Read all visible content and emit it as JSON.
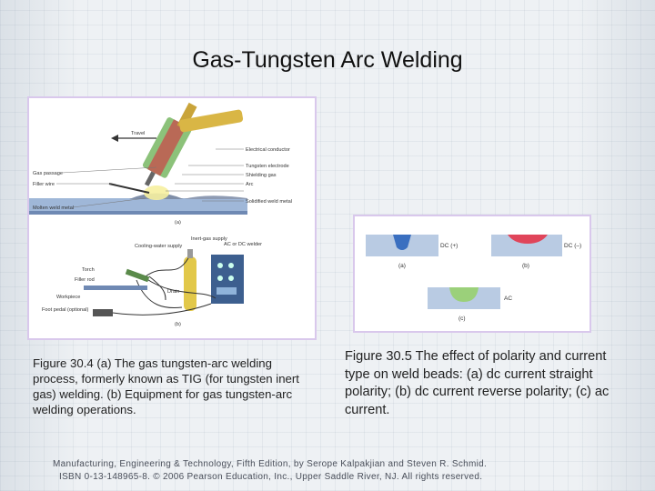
{
  "slide": {
    "title": "Gas-Tungsten Arc Welding"
  },
  "figure_30_4": {
    "part_a_labels": {
      "travel": "Travel",
      "electrical_conductor": "Electrical conductor",
      "gas_passage": "Gas passage",
      "tungsten_electrode": "Tungsten electrode",
      "filler_wire": "Filler wire",
      "shielding_gas": "Shielding gas",
      "arc": "Arc",
      "molten_weld_metal": "Molten weld metal",
      "solidified_weld_metal": "Solidified weld metal",
      "panel": "(a)"
    },
    "part_b_labels": {
      "inert_gas_supply": "Inert-gas supply",
      "ac_or_dc_welder": "AC or DC welder",
      "cooling_water_supply": "Cooling-water supply",
      "torch": "Torch",
      "filler_rod": "Filler rod",
      "workpiece": "Workpiece",
      "drain": "Drain",
      "foot_pedal": "Foot pedal (optional)",
      "panel": "(b)"
    },
    "caption": "Figure 30.4 (a) The gas tungsten-arc welding process, formerly known as TIG (for tungsten inert gas) welding. (b) Equipment for gas tungsten-arc welding operations."
  },
  "figure_30_5": {
    "labels": {
      "dc_straight": "DC (–)",
      "dc_reverse": "DC (+)",
      "ac": "AC",
      "panel_a": "(a)",
      "panel_b": "(b)",
      "panel_c": "(c)"
    },
    "colors": {
      "bead_a": "#3a6fc0",
      "bead_b": "#e0455a",
      "bead_c": "#9bd07a",
      "plate": "#b9cbe3"
    },
    "caption": "Figure 30.5 The effect of polarity and current type on weld beads: (a) dc current straight polarity; (b) dc current reverse polarity; (c) ac current."
  },
  "footer": {
    "line1": "Manufacturing, Engineering & Technology, Fifth Edition, by Serope Kalpakjian and Steven R. Schmid.",
    "line2": "ISBN 0-13-148965-8. © 2006 Pearson Education, Inc., Upper Saddle River, NJ. All rights reserved."
  }
}
